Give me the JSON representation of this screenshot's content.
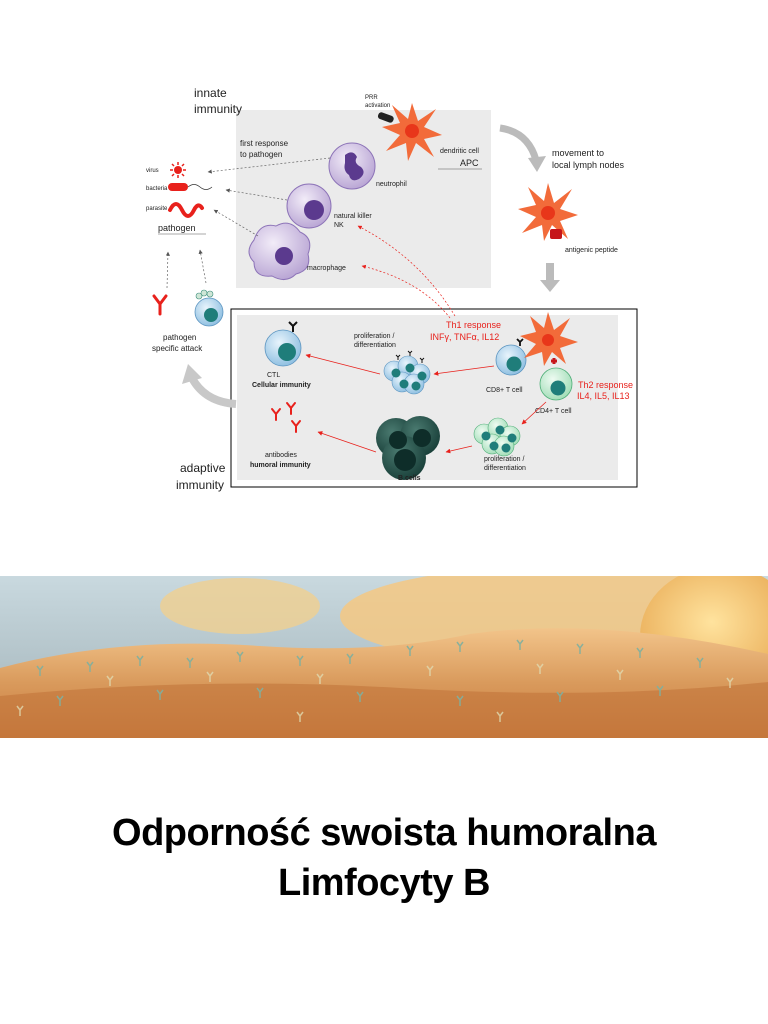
{
  "diagram": {
    "innate_label_1": "innate",
    "innate_label_2": "immunity",
    "prr_1": "PRR",
    "prr_2": "activation",
    "first_response_1": "first response",
    "first_response_2": "to pathogen",
    "dendritic_cell": "dendritic cell",
    "apc": "APC",
    "movement_1": "movement to",
    "movement_2": "local lymph nodes",
    "virus": "virus",
    "bacteria": "bacteria",
    "parasite": "parasite",
    "pathogen": "pathogen",
    "neutrophil": "neutrophil",
    "natural_killer": "natural killer",
    "nk": "NK",
    "macrophage": "macrophage",
    "antigenic_peptide": "antigenic peptide",
    "pathogen_attack_1": "pathogen",
    "pathogen_attack_2": "specific attack",
    "th1_1": "Th1 response",
    "th1_2": "INFγ, TNFα, IL12",
    "prolif_1": "proliferation /",
    "prolif_2": "differentiation",
    "ctl": "CTL",
    "cellular_immunity": "Cellular immunity",
    "cd8": "CD8+ T cell",
    "cd4": "CD4+ T cell",
    "th2_1": "Th2 response",
    "th2_2": "IL4, IL5, IL13",
    "antibodies": "antibodies",
    "humoral_immunity": "humoral immunity",
    "b_cells": "B cells",
    "prolif2_1": "proliferation /",
    "prolif2_2": "differentiation",
    "adaptive_1": "adaptive",
    "adaptive_2": "immunity"
  },
  "title": {
    "line1": "Odporność swoista humoralna",
    "line2": "Limfocyty B"
  },
  "colors": {
    "innate_panel": "#ebebeb",
    "dendritic": "#f26b3a",
    "pathogen_red": "#e8211c",
    "purple_cell": "#7a5aa8",
    "teal_nucleus": "#1f7d7a",
    "blue_cell": "#9cc7e6",
    "green_cell": "#b5e6c6",
    "b_cell": "#1d4f4a"
  }
}
